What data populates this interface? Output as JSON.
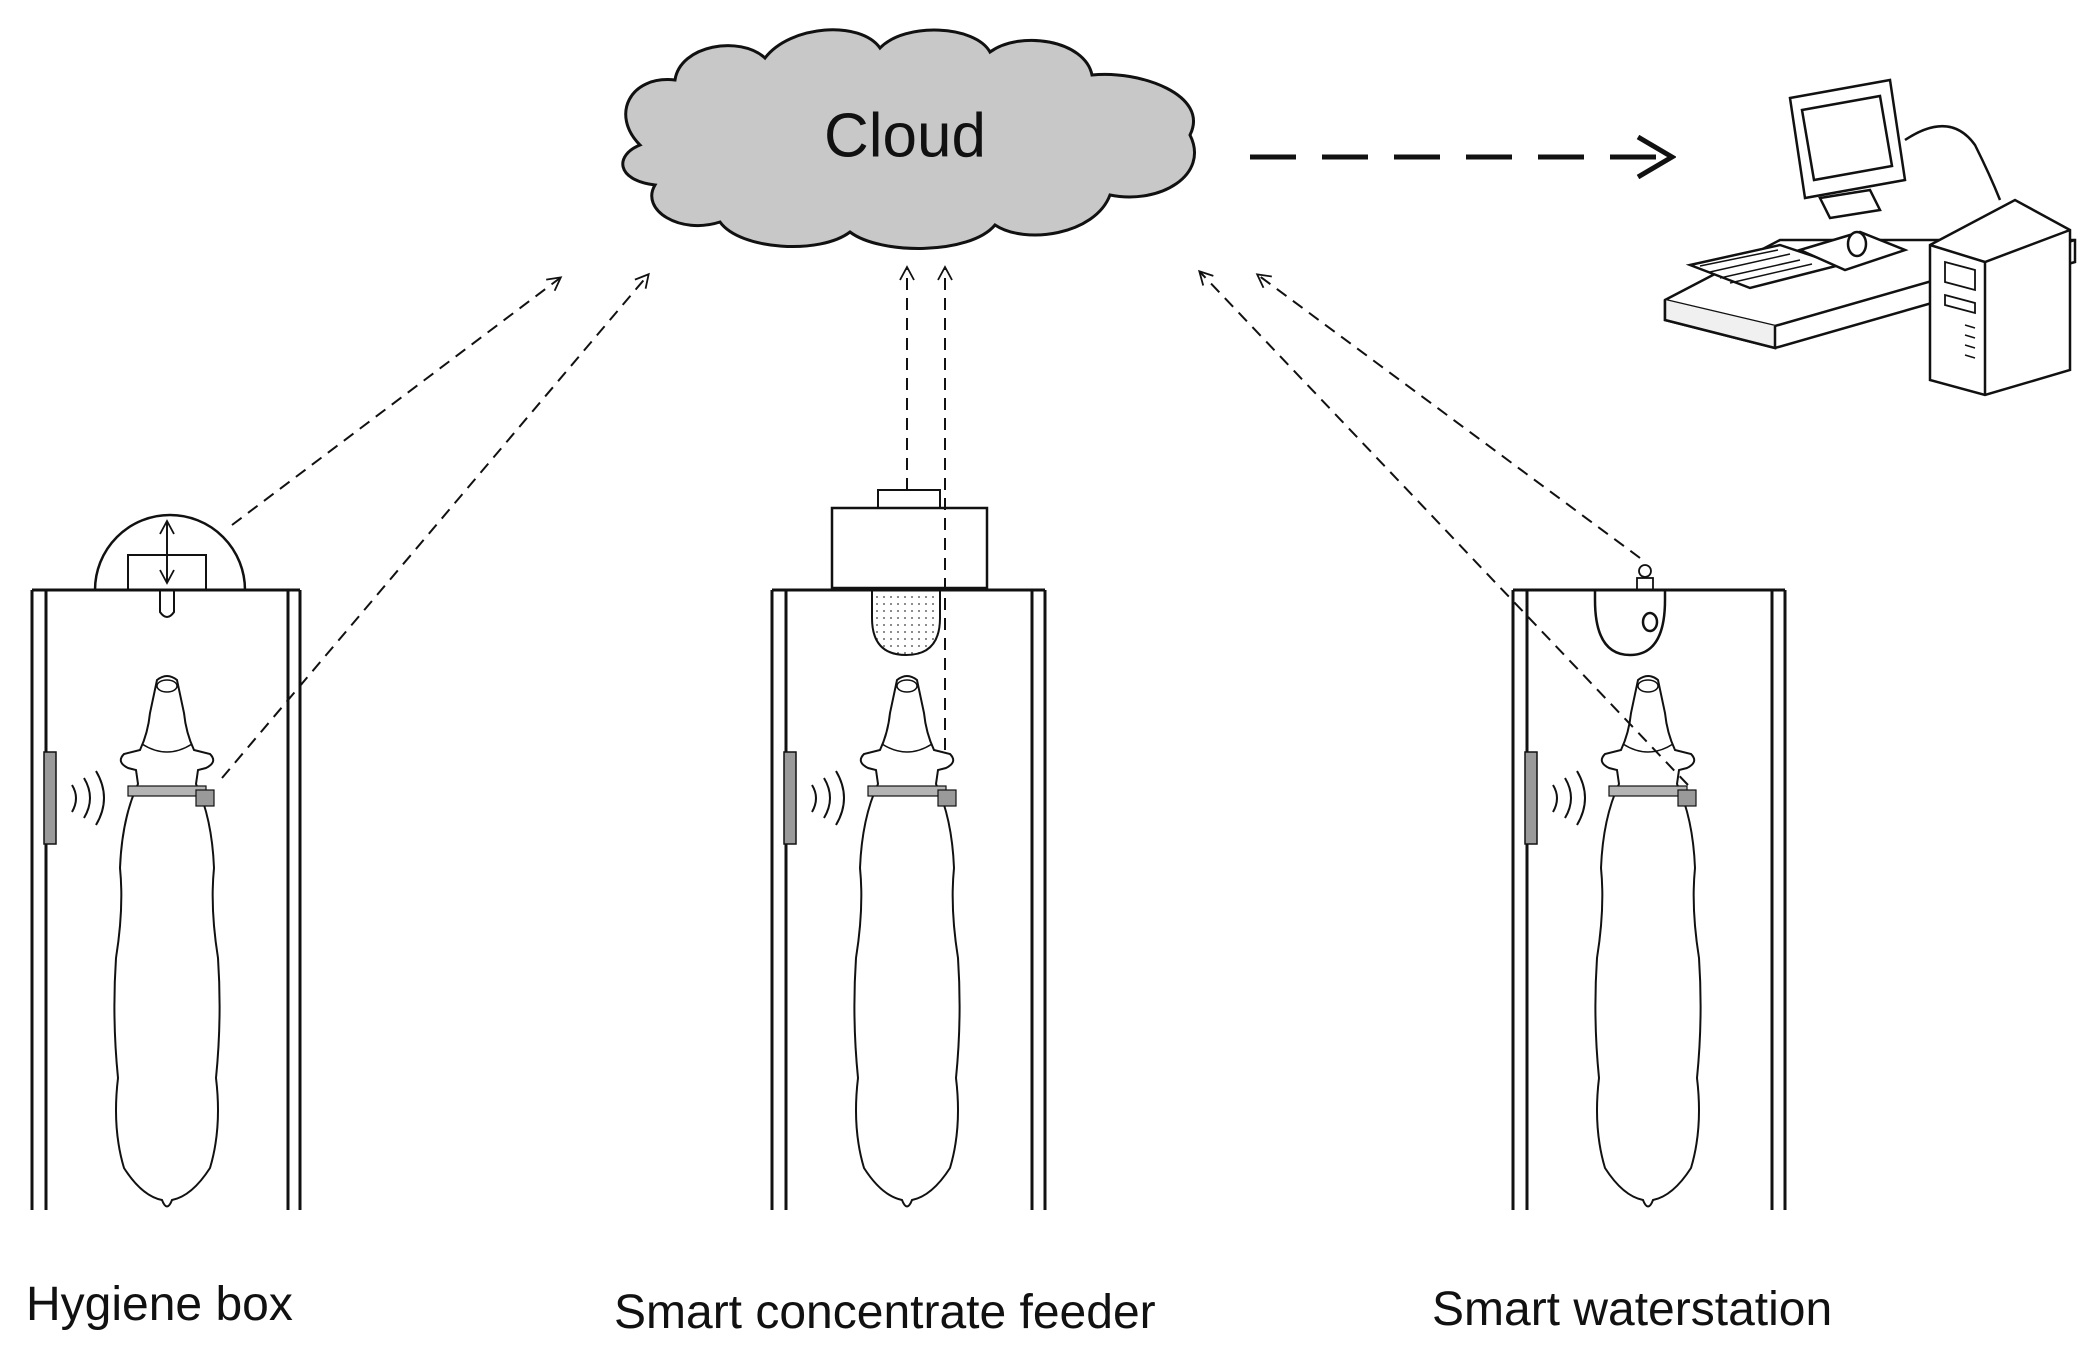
{
  "cloud": {
    "label": "Cloud"
  },
  "stations": [
    {
      "label": "Hygiene box"
    },
    {
      "label": "Smart concentrate feeder"
    },
    {
      "label": "Smart waterstation"
    }
  ],
  "colors": {
    "line": "#111111",
    "cloud_fill": "#c8c8c8",
    "reader_panel": "#9a9a9a",
    "collar": "#b4b4b4",
    "feed_dots": "#666666"
  }
}
